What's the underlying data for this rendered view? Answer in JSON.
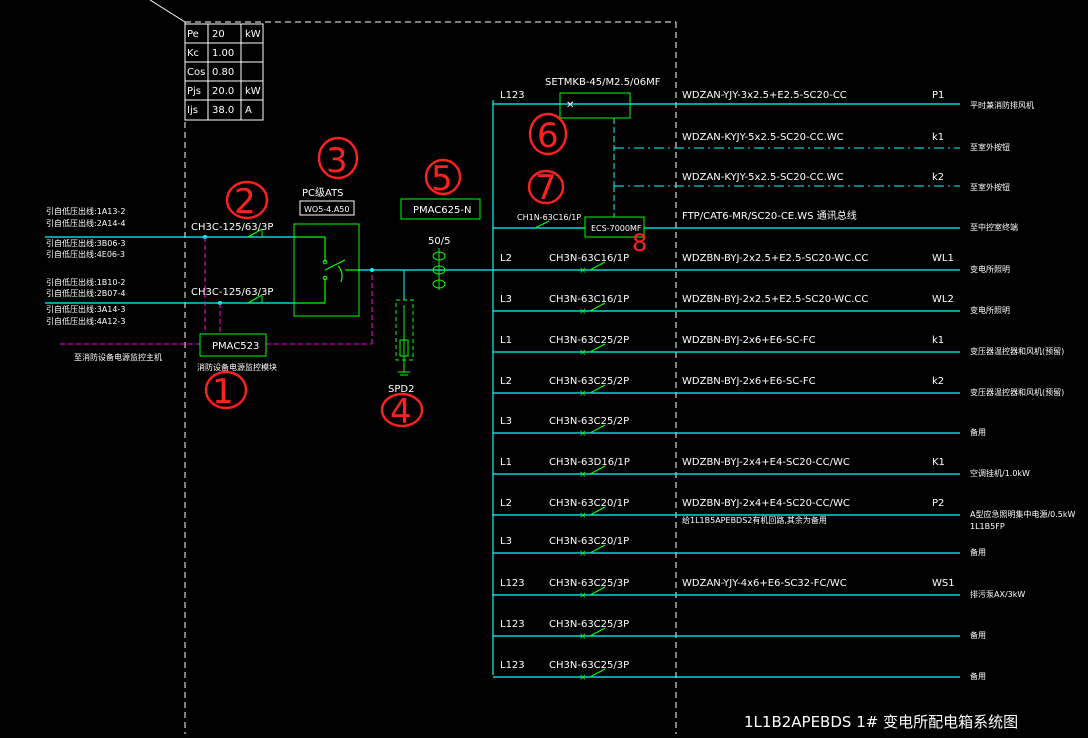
{
  "load_table": [
    {
      "name": "Pe",
      "value": "20",
      "unit": "kW"
    },
    {
      "name": "Kc",
      "value": "1.00",
      "unit": ""
    },
    {
      "name": "Cos",
      "value": "0.80",
      "unit": ""
    },
    {
      "name": "Pjs",
      "value": "20.0",
      "unit": "kW"
    },
    {
      "name": "Ijs",
      "value": "38.0",
      "unit": "A"
    }
  ],
  "incoming": {
    "sources_a": [
      "引自低压出线:1A13-2",
      "引自低压出线:2A14-4",
      "引自低压出线:3B06-3",
      "引自低压出线:4E06-3"
    ],
    "sources_b": [
      "引自低压出线:1B10-2",
      "引自低压出线:2B07-4",
      "引自低压出线:3A14-3",
      "引自低压出线:4A12-3"
    ],
    "breaker_a": "CH3C-125/63/3P",
    "breaker_b": "CH3C-125/63/3P",
    "ats_label": "PC级ATS",
    "ats_model": "WO5-4.A50",
    "pmac_a": "PMAC523",
    "pmac_a_note": "消防设备电源监控模块",
    "fire_link": "至消防设备电源监控主机",
    "pmac_b": "PMAC625-N",
    "ct_ratio": "50/5",
    "spd": "SPD2"
  },
  "top_branch": {
    "phase": "L123",
    "model": "SETMKB-45/M2.5/06MF",
    "cable": "WDZAN-YJY-3x2.5+E2.5-SC20-CC",
    "code": "P1",
    "target": "平时兼消防排风机",
    "controls": [
      {
        "cable": "WDZAN-KYJY-5x2.5-SC20-CC.WC",
        "code": "k1",
        "target": "至室外按钮"
      },
      {
        "cable": "WDZAN-KYJY-5x2.5-SC20-CC.WC",
        "code": "k2",
        "target": "至室外按钮"
      }
    ],
    "ecs_breaker": "CH1N-63C16/1P",
    "ecs_model": "ECS-7000MF",
    "ecs_cable": "FTP/CAT6-MR/SC20-CE.WS 通讯总线",
    "ecs_target": "至中控室终端"
  },
  "branches": [
    {
      "phase": "L2",
      "breaker": "CH3N-63C16/1P",
      "cable": "WDZBN-BYJ-2x2.5+E2.5-SC20-WC.CC",
      "code": "WL1",
      "target": "变电所照明",
      "note": ""
    },
    {
      "phase": "L3",
      "breaker": "CH3N-63C16/1P",
      "cable": "WDZBN-BYJ-2x2.5+E2.5-SC20-WC.CC",
      "code": "WL2",
      "target": "变电所照明",
      "note": ""
    },
    {
      "phase": "L1",
      "breaker": "CH3N-63C25/2P",
      "cable": "WDZBN-BYJ-2x6+E6-SC-FC",
      "code": "k1",
      "target": "变压器温控器和风机(预留)",
      "note": ""
    },
    {
      "phase": "L2",
      "breaker": "CH3N-63C25/2P",
      "cable": "WDZBN-BYJ-2x6+E6-SC-FC",
      "code": "k2",
      "target": "变压器温控器和风机(预留)",
      "note": ""
    },
    {
      "phase": "L3",
      "breaker": "CH3N-63C25/2P",
      "cable": "",
      "code": "",
      "target": "备用",
      "note": ""
    },
    {
      "phase": "L1",
      "breaker": "CH3N-63D16/1P",
      "cable": "WDZBN-BYJ-2x4+E4-SC20-CC/WC",
      "code": "K1",
      "target": "空调挂机/1.0kW",
      "note": ""
    },
    {
      "phase": "L2",
      "breaker": "CH3N-63C20/1P",
      "cable": "WDZBN-BYJ-2x4+E4-SC20-CC/WC",
      "code": "P2",
      "target": "A型应急照明集中电源/0.5kW",
      "target2": "1L1B5FP",
      "note": "给1L1B5APEBDS2有机回路,其余为备用"
    },
    {
      "phase": "L3",
      "breaker": "CH3N-63C20/1P",
      "cable": "",
      "code": "",
      "target": "备用",
      "note": ""
    },
    {
      "phase": "L123",
      "breaker": "CH3N-63C25/3P",
      "cable": "WDZAN-YJY-4x6+E6-SC32-FC/WC",
      "code": "WS1",
      "target": "排污泵AX/3kW",
      "note": ""
    },
    {
      "phase": "L123",
      "breaker": "CH3N-63C25/3P",
      "cable": "",
      "code": "",
      "target": "备用",
      "note": ""
    },
    {
      "phase": "L123",
      "breaker": "CH3N-63C25/3P",
      "cable": "",
      "code": "",
      "target": "备用",
      "note": ""
    }
  ],
  "annotations": [
    "1",
    "2",
    "3",
    "4",
    "5",
    "6",
    "7",
    "8"
  ],
  "drawing_title": "1L1B2APEBDS 1# 变电所配电箱系统图",
  "colors": {
    "background": "#000000",
    "bus": "#00ffff",
    "breaker": "#00ff00",
    "text": "#ffffff",
    "annotation": "#ff2020",
    "signal": "#ff00ff"
  }
}
